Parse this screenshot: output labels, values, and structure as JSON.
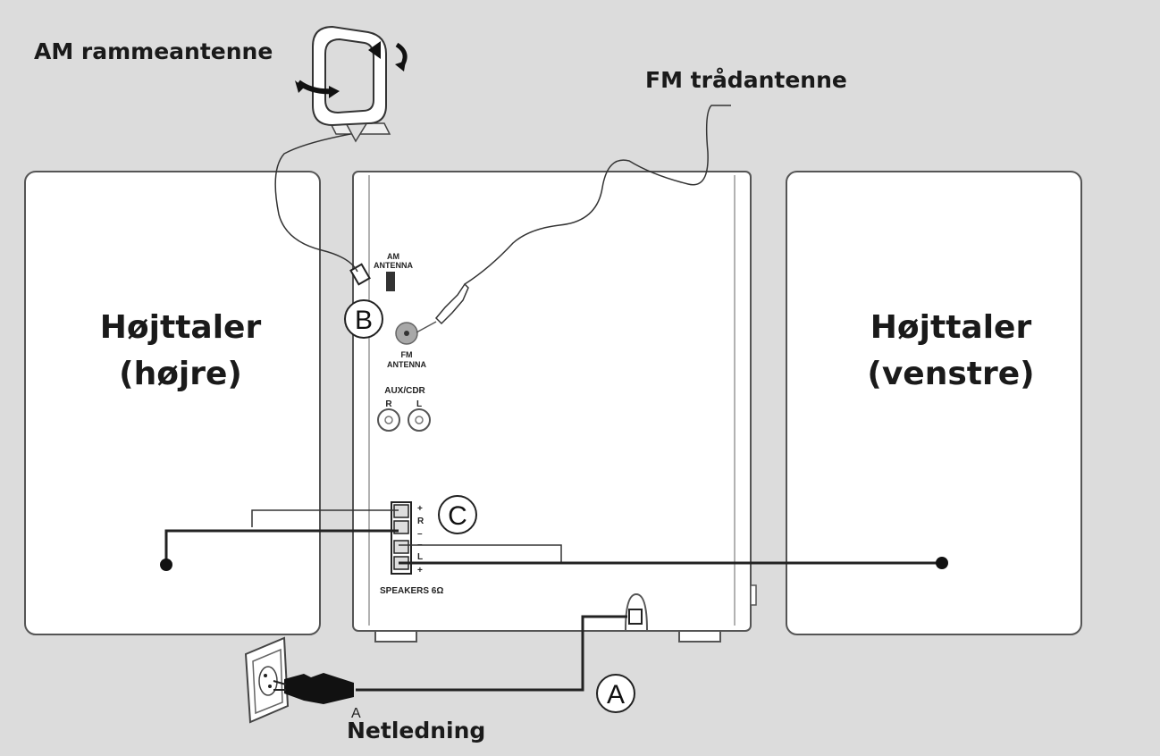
{
  "labels": {
    "am_antenna": "AM rammeantenne",
    "fm_antenna": "FM trådantenne",
    "speaker_right_line1": "Højttaler",
    "speaker_right_line2": "(højre)",
    "speaker_left_line1": "Højttaler",
    "speaker_left_line2": "(venstre)",
    "power_cord": "Netledning",
    "power_cord_mark": "A"
  },
  "callouts": {
    "a": "A",
    "b": "B",
    "c": "C"
  },
  "panel_markings": {
    "am_antenna_1": "AM",
    "am_antenna_2": "ANTENNA",
    "fm_antenna_1": "FM",
    "fm_antenna_2": "ANTENNA",
    "aux": "AUX/CDR",
    "aux_r": "R",
    "aux_l": "L",
    "plus_top": "+",
    "spk_r": "R",
    "minus_top": "–",
    "minus_bottom": "–",
    "spk_l": "L",
    "plus_bottom": "+",
    "speakers": "SPEAKERS 6Ω"
  },
  "colors": {
    "background": "#dcdcdc",
    "panel": "#ffffff",
    "wire": "#222222",
    "socket_fm": "#a8a8a8"
  }
}
